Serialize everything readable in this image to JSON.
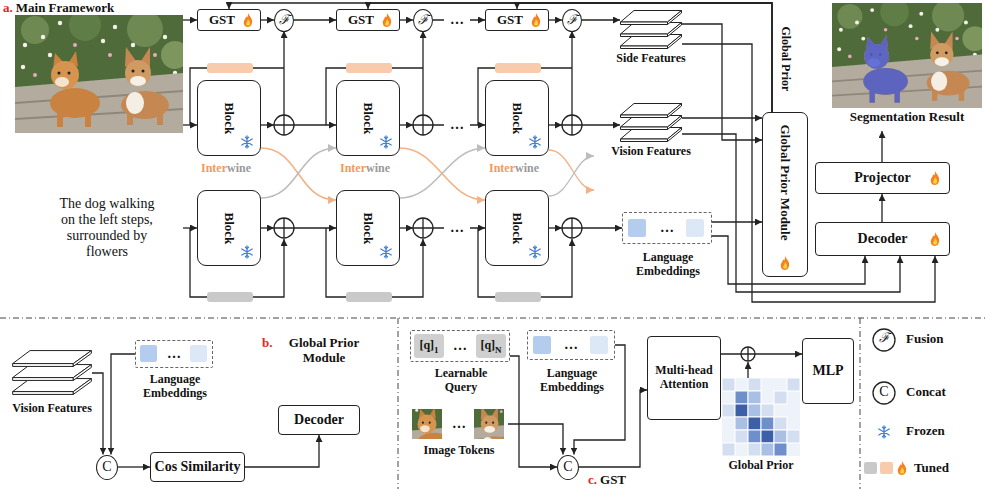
{
  "diagram": {
    "nodes": [
      {
        "text": [
          "GST"
        ]
      },
      {
        "text": [
          "ℱ"
        ]
      },
      {
        "text": [
          "GST"
        ]
      },
      {
        "text": [
          "ℱ"
        ]
      },
      {
        "text": [
          "GST"
        ]
      },
      {
        "text": [
          "ℱ"
        ]
      },
      {
        "text": [
          "Side Features"
        ]
      },
      {
        "text": [
          "Block"
        ]
      },
      {
        "text": [
          "Block"
        ]
      },
      {
        "text": [
          "Block"
        ]
      },
      {
        "text": [
          "Vision Features"
        ]
      },
      {
        "text": [
          "Segmentation Result"
        ]
      },
      {
        "text": [
          "Global Prior Module"
        ]
      },
      {
        "text": [
          "Projector"
        ]
      },
      {
        "text": [
          "Decoder"
        ]
      },
      {
        "text": [
          "Block"
        ]
      },
      {
        "text": [
          "Block"
        ]
      },
      {
        "text": [
          "Block"
        ]
      },
      {
        "text": [
          "…",
          "Language Embeddings"
        ]
      },
      {
        "text": [
          "Vision Features"
        ]
      },
      {
        "text": [
          "…",
          "Language Embeddings"
        ]
      },
      {
        "text": [
          "C"
        ]
      },
      {
        "text": [
          "Cos Similarity"
        ]
      },
      {
        "text": [
          "Decoder"
        ]
      },
      {
        "text": [
          "…",
          "Learnable Query"
        ]
      },
      {
        "text": [
          "[q]",
          "1"
        ],
        "in": 24
      },
      {
        "text": [
          "[q]",
          "N"
        ],
        "in": 24
      },
      {
        "text": [
          "…",
          "Language Embeddings"
        ]
      },
      {
        "text": [
          "…",
          "Image Tokens"
        ]
      },
      {
        "text": [
          "C"
        ]
      },
      {
        "text": [
          "Multi-head Attention"
        ]
      },
      {
        "text": [
          "Global Prior"
        ]
      },
      {
        "text": [
          "MLP"
        ]
      }
    ],
    "edges": [
      {
        "from": 0,
        "to": 1,
        "arrow": "to"
      },
      {
        "from": 1,
        "to": 2,
        "arrow": "to"
      },
      {
        "from": 2,
        "to": 3,
        "arrow": "to"
      },
      {
        "from": 3,
        "to": 4,
        "arrow": "to"
      },
      {
        "from": 4,
        "to": 5,
        "arrow": "to"
      },
      {
        "from": 5,
        "to": 6,
        "arrow": "to"
      },
      {
        "from": 7,
        "to": 16,
        "arrow": "to"
      },
      {
        "from": 15,
        "to": 8,
        "arrow": "to"
      },
      {
        "from": 8,
        "to": 17,
        "arrow": "to"
      },
      {
        "from": 16,
        "to": 9,
        "arrow": "to"
      },
      {
        "from": 6,
        "to": 12,
        "arrow": "to"
      },
      {
        "from": 10,
        "to": 12,
        "arrow": "to"
      },
      {
        "from": 18,
        "to": 12,
        "arrow": "to"
      },
      {
        "from": 6,
        "to": 14,
        "arrow": "to"
      },
      {
        "from": 10,
        "to": 14,
        "arrow": "to"
      },
      {
        "from": 18,
        "to": 14,
        "arrow": "to"
      },
      {
        "from": 14,
        "to": 13,
        "arrow": "to"
      },
      {
        "from": 13,
        "to": 11,
        "arrow": "to"
      },
      {
        "from": 12,
        "to": 0,
        "arrow": "to"
      },
      {
        "from": 12,
        "to": 2,
        "arrow": "to"
      },
      {
        "from": 12,
        "to": 4,
        "arrow": "to"
      },
      {
        "from": 19,
        "to": 21,
        "arrow": "to"
      },
      {
        "from": 20,
        "to": 21,
        "arrow": "to"
      },
      {
        "from": 21,
        "to": 22,
        "arrow": "to"
      },
      {
        "from": 22,
        "to": 23,
        "arrow": "to"
      },
      {
        "from": 24,
        "to": 29,
        "arrow": "to"
      },
      {
        "from": 27,
        "to": 29,
        "arrow": "to"
      },
      {
        "from": 28,
        "to": 29,
        "arrow": "to"
      },
      {
        "from": 29,
        "to": 30,
        "arrow": "to"
      },
      {
        "from": 30,
        "to": 32,
        "arrow": "to"
      }
    ],
    "labels": [
      "a.",
      "Main Framework",
      "Inter",
      "wine",
      "Inter",
      "wine",
      "Inter",
      "wine",
      "The dog walking on the left steps, surrounded by flowers",
      "…",
      "…",
      "…",
      "Global Prior",
      "b.",
      "Global Prior Module",
      "c.",
      "GST",
      "ℱ",
      "C"
    ],
    "legend": [
      {
        "text": "Fusion"
      },
      {
        "text": "Concat"
      },
      {
        "text": "Frozen"
      },
      {
        "text": "Tuned"
      }
    ]
  }
}
